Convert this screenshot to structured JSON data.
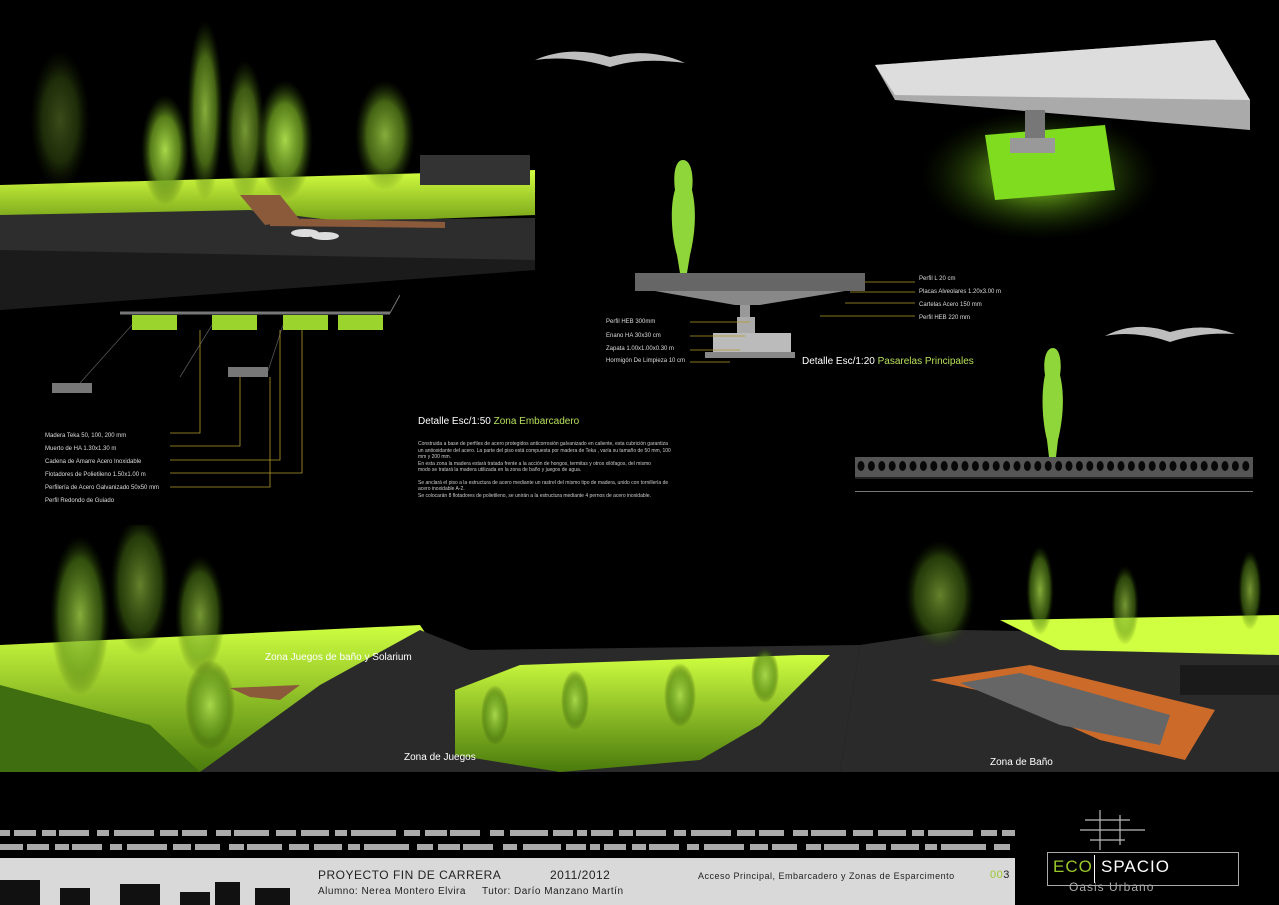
{
  "embarcadero": {
    "title_prefix": "Detalle Esc/1:50",
    "title_highlight": "Zona Embarcadero",
    "labels": [
      "Madera Teka 50, 100, 200 mm",
      "Muerto de HA 1.30x1.30 m",
      "Cadena de Amarre Acero Inoxidable",
      "Flotadores de Polietileno 1.50x1.00 m",
      "Perfilería de Acero Galvanizado 50x50 mm",
      "Perfil Redondo de Guiado"
    ],
    "description": [
      "Construida a base de perfiles de acero protegidos anticorrosión galvanizado en caliente, esta cubrición garantiza",
      "un antioxidante del acero. La parte del piso está compuesta por madera de Teka , varía su tamaño de 50 mm, 100",
      "mm y 200 mm.",
      "En esta zona la madera estará tratada frente a la acción de hongos, termitas y otros xilófagos, del mismo",
      "modo se tratará la madera utilizada en la zona de baño y juegos de agua.",
      "",
      "Se anclará el piso a la estructura de acero mediante un rastrel del mismo tipo de madera, unido con tornillería de",
      "acero inoxidable A-2.",
      "Se colocarán 8 flotadores de polietileno, se unirán a la estructura mediante 4 pernos de acero inoxidable."
    ]
  },
  "pasarelas": {
    "title_prefix": "Detalle Esc/1:20",
    "title_highlight": "Pasarelas Principales",
    "labels_right": [
      "Perfil L 20 cm",
      "Placas Alveolares 1.20x3.00 m",
      "Cartelas Acero 150 mm",
      "Perfil HEB 220 mm"
    ],
    "labels_left": [
      "Perfil HEB 300mm",
      "Enano HA 30x30 cm",
      "Zapata 1.00x1.00x0.30 m",
      "Hormigón De Limpieza 10 cm"
    ]
  },
  "zones": {
    "juegos_bano": "Zona Juegos de baño y Solarium",
    "juegos": "Zona de Juegos",
    "bano": "Zona de Baño"
  },
  "footer": {
    "project": "PROYECTO FIN DE CARRERA",
    "year": "2011/2012",
    "student": "Alumno: Nerea Montero Elvira",
    "tutor": "Tutor: Darío Manzano Martín",
    "subject": "Acceso Principal, Embarcadero y Zonas de Esparcimento",
    "page_prefix": "00",
    "page_suffix": "3",
    "logo_a": "ECO",
    "logo_b": "SPACIO",
    "logo_sub": "Oasis Urbano"
  },
  "colors": {
    "accent": "#b7e05a",
    "background": "#000000",
    "footer": "#d9d9d9"
  }
}
